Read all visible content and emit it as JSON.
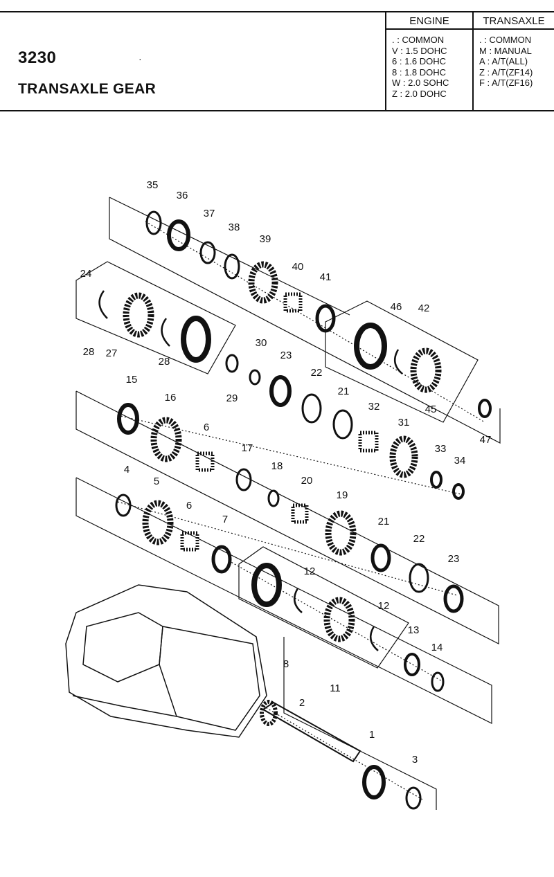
{
  "header": {
    "code": "3230",
    "title": "TRANSAXLE GEAR",
    "engine_heading": "ENGINE",
    "transaxle_heading": "TRANSAXLE",
    "engine_codes": [
      {
        "code": ".",
        "label": "COMMON"
      },
      {
        "code": "V",
        "label": "1.5 DOHC"
      },
      {
        "code": "6",
        "label": "1.6 DOHC"
      },
      {
        "code": "8",
        "label": "1.8 DOHC"
      },
      {
        "code": "W",
        "label": "2.0 SOHC"
      },
      {
        "code": "Z",
        "label": "2.0 DOHC"
      }
    ],
    "transaxle_codes": [
      {
        "code": ".",
        "label": "COMMON"
      },
      {
        "code": "M",
        "label": "MANUAL"
      },
      {
        "code": "A",
        "label": "A/T(ALL)"
      },
      {
        "code": "Z",
        "label": "A/T(ZF14)"
      },
      {
        "code": "F",
        "label": "A/T(ZF16)"
      }
    ]
  },
  "callouts": [
    "35",
    "36",
    "37",
    "38",
    "39",
    "40",
    "41",
    "24",
    "46",
    "42",
    "28",
    "27",
    "28",
    "30",
    "23",
    "22",
    "29",
    "21",
    "32",
    "31",
    "15",
    "16",
    "6",
    "17",
    "18",
    "33",
    "34",
    "4",
    "5",
    "6",
    "20",
    "19",
    "7",
    "21",
    "22",
    "23",
    "12",
    "12",
    "13",
    "14",
    "8",
    "11",
    "2",
    "1",
    "3",
    "45",
    "47"
  ]
}
